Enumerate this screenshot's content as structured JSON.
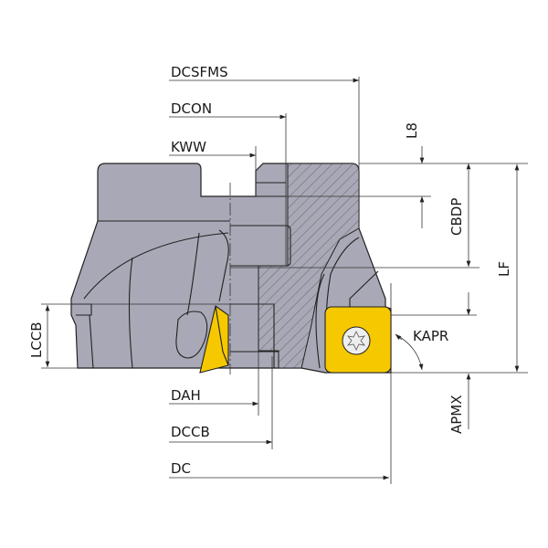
{
  "labels": {
    "dcsfms": "DCSFMS",
    "dcon": "DCON",
    "kww": "KWW",
    "dah": "DAH",
    "dccb": "DCCB",
    "dc": "DC",
    "l8": "L8",
    "cbdp": "CBDP",
    "lf": "LF",
    "apmx": "APMX",
    "lccb": "LCCB",
    "kapr": "KAPR"
  },
  "colors": {
    "body": "#a9a8b6",
    "insert": "#f5c800"
  }
}
